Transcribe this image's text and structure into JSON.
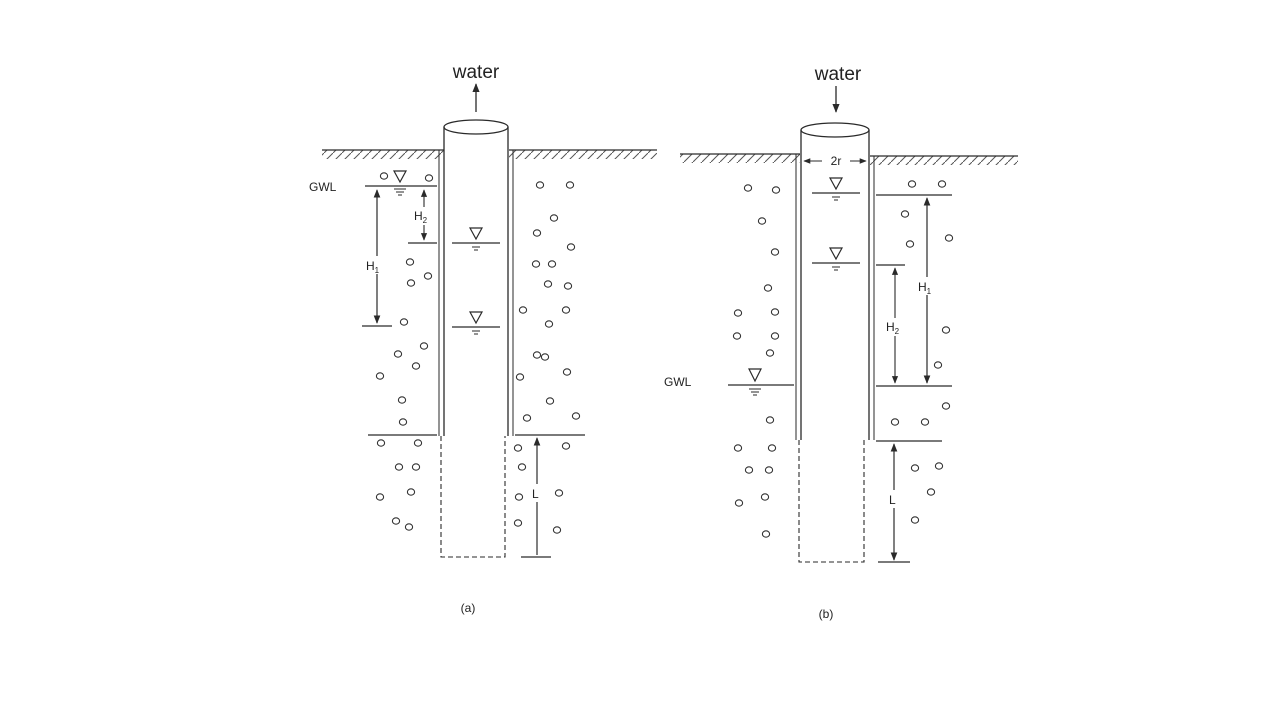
{
  "figure_a": {
    "flow_label": "water",
    "gwl_label": "GWL",
    "h1_label": "H",
    "h1_sub": "1",
    "h2_label": "H",
    "h2_sub": "2",
    "l_label": "L",
    "caption": "(a)"
  },
  "figure_b": {
    "flow_label": "water",
    "gwl_label": "GWL",
    "radius_label": "2r",
    "h1_label": "H",
    "h1_sub": "1",
    "h2_label": "H",
    "h2_sub": "2",
    "l_label": "L",
    "caption": "(b)"
  },
  "colors": {
    "ink": "#2a2a2a",
    "hatch": "#555555",
    "paper": "#ffffff"
  }
}
